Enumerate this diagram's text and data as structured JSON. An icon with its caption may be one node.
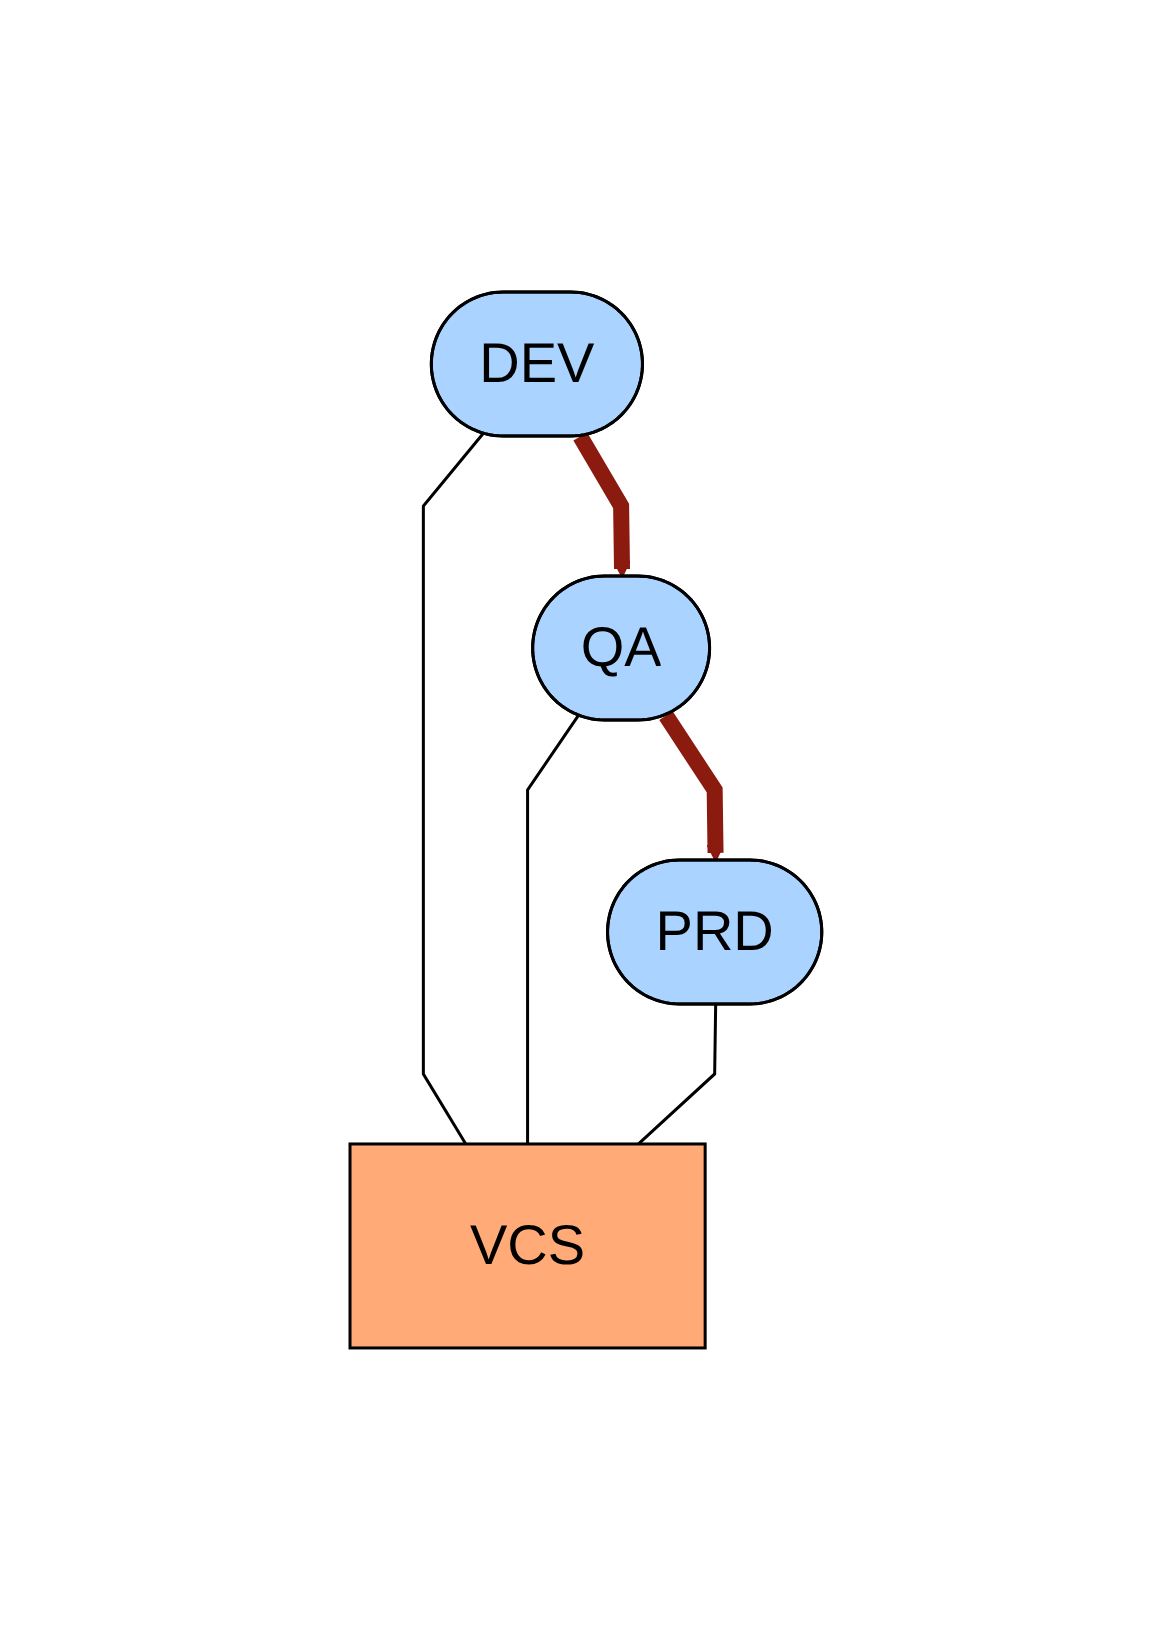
{
  "diagram": {
    "nodes": [
      {
        "text": [
          "DEV"
        ]
      },
      {
        "text": [
          "QA"
        ]
      },
      {
        "text": [
          "PRD"
        ]
      },
      {
        "text": [
          "VCS"
        ]
      }
    ],
    "edges": [
      {
        "from": 0,
        "to": 1,
        "arrow": "to",
        "style": "thick",
        "color": "#8b1a0f"
      },
      {
        "from": 1,
        "to": 2,
        "arrow": "to",
        "style": "thick",
        "color": "#8b1a0f"
      },
      {
        "from": 0,
        "to": 3,
        "arrow": "none"
      },
      {
        "from": 1,
        "to": 3,
        "arrow": "none"
      },
      {
        "from": 2,
        "to": 3,
        "arrow": "none"
      }
    ]
  }
}
